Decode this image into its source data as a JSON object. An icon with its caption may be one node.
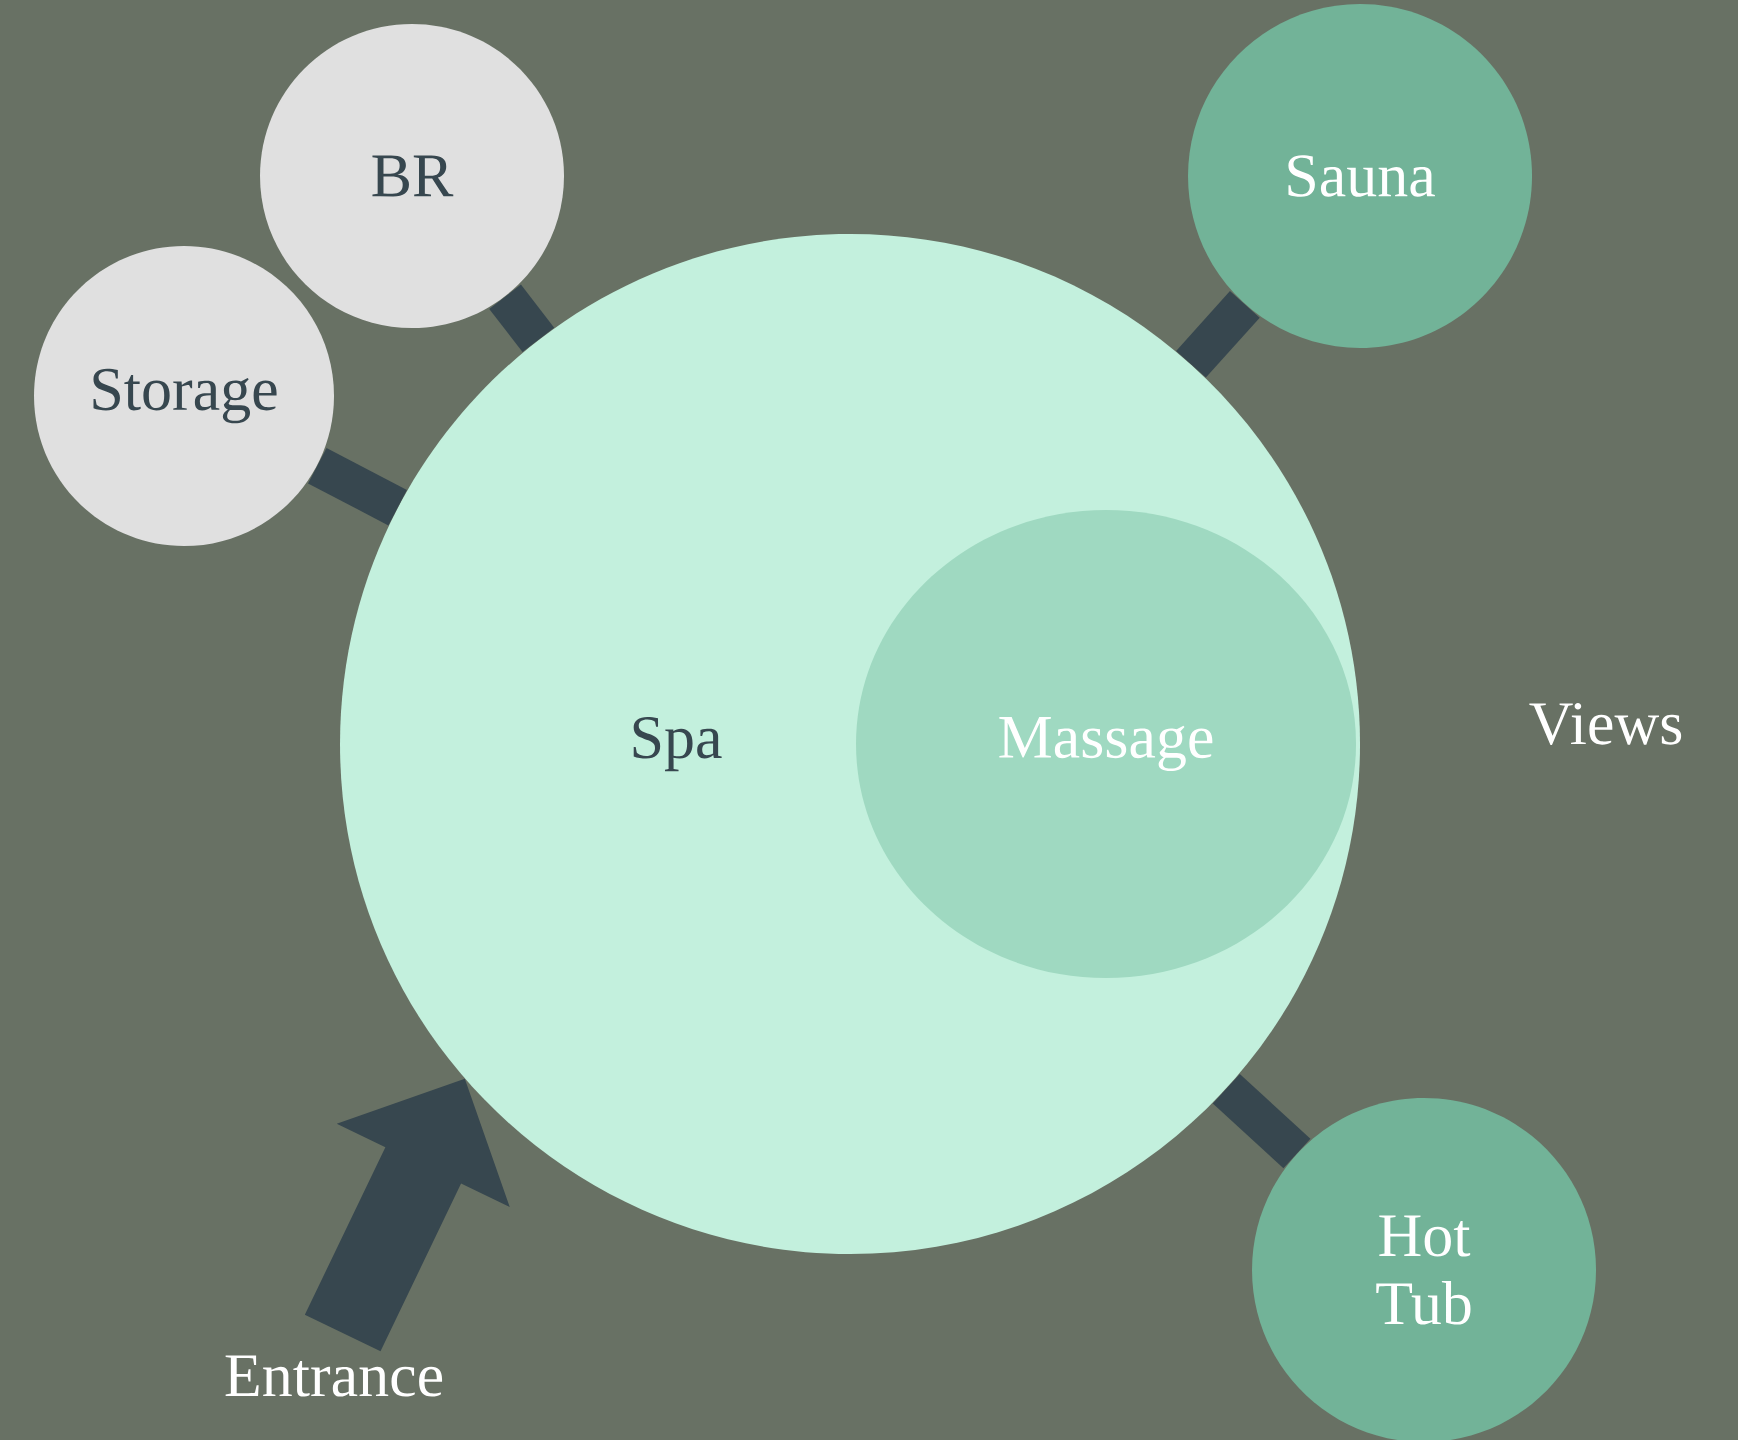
{
  "diagram": {
    "nodes": [
      {
        "text": [
          "Spa"
        ]
      },
      {
        "text": [
          "Massage"
        ],
        "in": 0
      },
      {
        "text": [
          "BR"
        ]
      },
      {
        "text": [
          "Storage"
        ]
      },
      {
        "text": [
          "Sauna"
        ]
      },
      {
        "text": [
          "Hot Tub"
        ]
      },
      {
        "text": [
          "Entrance"
        ]
      }
    ],
    "edges": [
      {
        "from": 2,
        "to": 0,
        "arrow": "none"
      },
      {
        "from": 3,
        "to": 0,
        "arrow": "none"
      },
      {
        "from": 4,
        "to": 0,
        "arrow": "none"
      },
      {
        "from": 5,
        "to": 0,
        "arrow": "none"
      },
      {
        "from": 6,
        "to": 0,
        "arrow": "to",
        "style": "thick"
      }
    ],
    "labels": [
      "Views"
    ]
  }
}
